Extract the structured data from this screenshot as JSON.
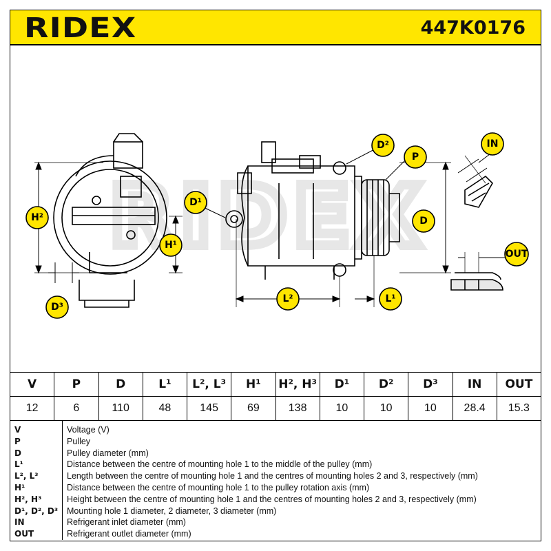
{
  "header": {
    "brand": "RIDEX",
    "part_number": "447K0176",
    "bg_color": "#ffe600"
  },
  "drawing": {
    "watermark": "RIDEX",
    "callouts": {
      "h2": "H²",
      "h1": "H¹",
      "d3": "D³",
      "d1": "D¹",
      "d2": "D²",
      "p": "P",
      "d": "D",
      "l2": "L²",
      "l1": "L¹",
      "in": "IN",
      "out": "OUT"
    },
    "callout_color": "#ffe600"
  },
  "spec_table": {
    "headers": [
      "V",
      "P",
      "D",
      "L¹",
      "L², L³",
      "H¹",
      "H², H³",
      "D¹",
      "D²",
      "D³",
      "IN",
      "OUT"
    ],
    "values": [
      "12",
      "6",
      "110",
      "48",
      "145",
      "69",
      "138",
      "10",
      "10",
      "10",
      "28.4",
      "15.3"
    ]
  },
  "legend": [
    {
      "key": "V",
      "desc": "Voltage (V)"
    },
    {
      "key": "P",
      "desc": "Pulley"
    },
    {
      "key": "D",
      "desc": "Pulley diameter (mm)"
    },
    {
      "key": "L¹",
      "desc": "Distance between the centre of mounting hole 1 to the middle of the pulley (mm)"
    },
    {
      "key": "L², L³",
      "desc": "Length between the centre of mounting hole 1 and the centres of mounting holes 2 and 3, respectively (mm)"
    },
    {
      "key": "H¹",
      "desc": "Distance between the centre of mounting hole 1 to the pulley rotation axis (mm)"
    },
    {
      "key": "H², H³",
      "desc": "Height between the centre of mounting hole 1 and the centres of mounting holes 2 and 3, respectively (mm)"
    },
    {
      "key": "D¹, D², D³",
      "desc": "Mounting hole 1 diameter, 2 diameter, 3 diameter (mm)"
    },
    {
      "key": "IN",
      "desc": "Refrigerant inlet diameter (mm)"
    },
    {
      "key": "OUT",
      "desc": "Refrigerant outlet diameter (mm)"
    }
  ]
}
